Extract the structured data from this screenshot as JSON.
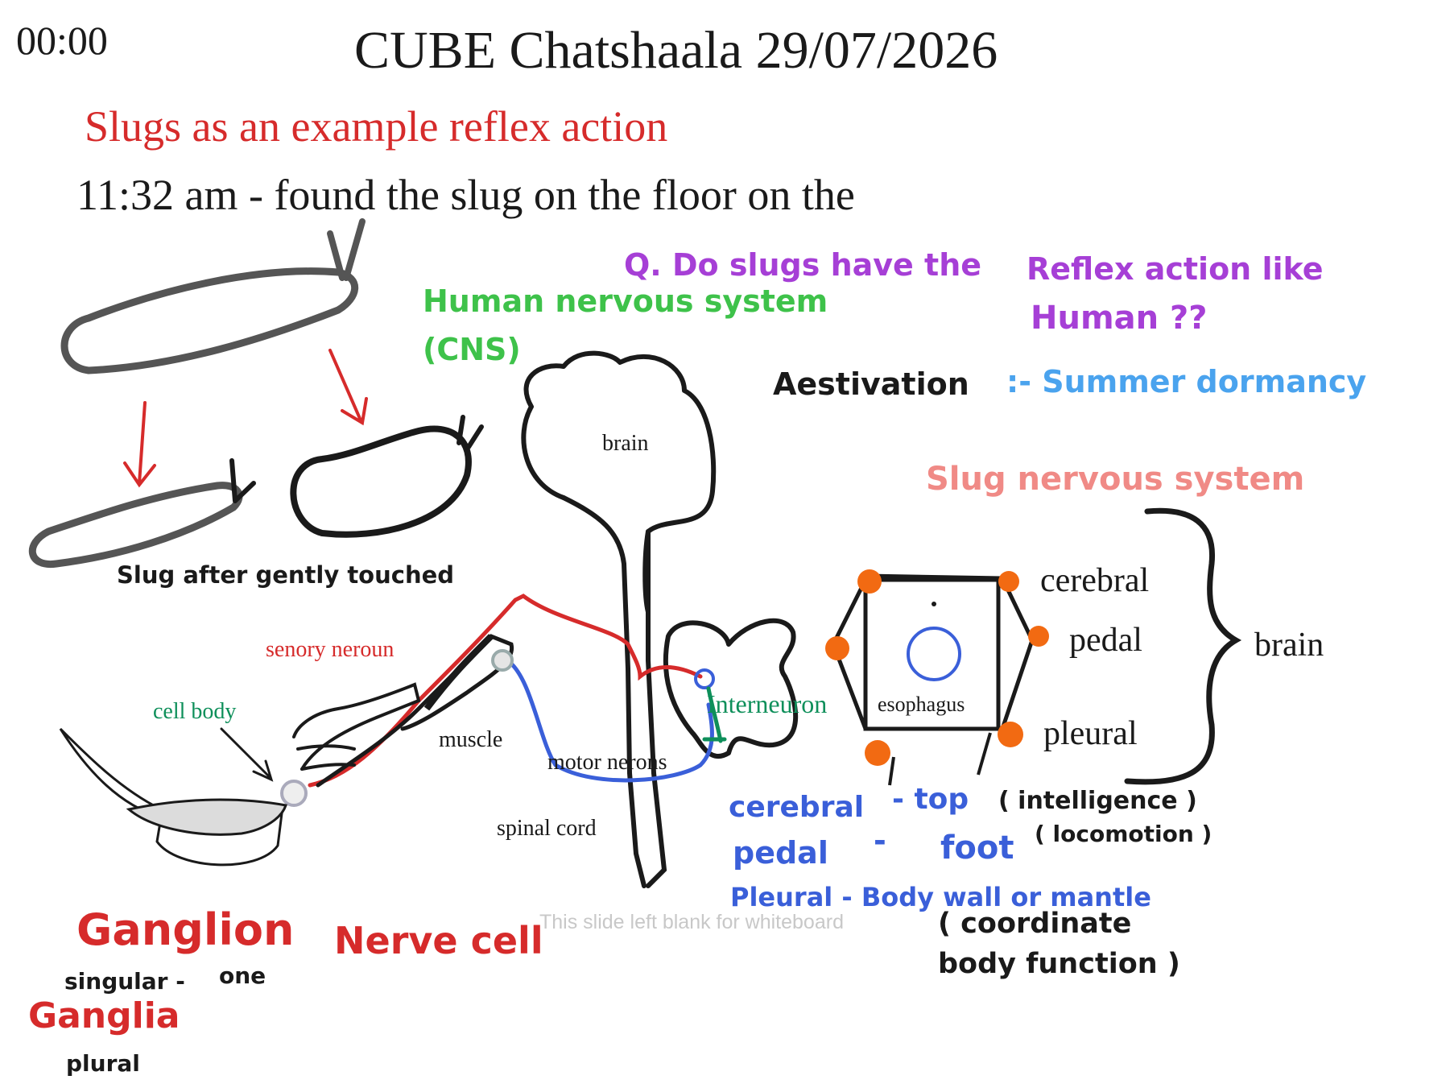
{
  "header": {
    "timer": "00:00",
    "title": "CUBE Chatshaala 29/07/2026"
  },
  "notes": {
    "topic": "Slugs as an example  reflex  action",
    "observation": "11:32 am - found the slug on the floor on the",
    "question_line1": "Q. Do slugs have the",
    "question_line2a": "Reflex action like",
    "question_line2b": "Human ??",
    "human_ns_line1": "Human nervous system",
    "human_ns_line2": "(CNS)",
    "aestivation_term": "Aestivation",
    "aestivation_def": ":- Summer dormancy",
    "slug_touched": "Slug after gently touched",
    "watermark": "This slide left blank for whiteboard"
  },
  "reflex_diagram": {
    "brain": "brain",
    "sensory_neuron": "senory neroun",
    "cell_body": "cell body",
    "muscle": "muscle",
    "motor_neurons": "motor nerons",
    "interneuron": "Interneuron",
    "spinal_cord": "spinal cord"
  },
  "slug_ns": {
    "title": "Slug nervous system",
    "cerebral": "cerebral",
    "pedal": "pedal",
    "pleural": "pleural",
    "brain": "brain",
    "esophagus": "esophagus",
    "def_cerebral": "cerebral",
    "def_cerebral_dash": "- top",
    "def_cerebral_note": "( intelligence )",
    "def_pedal": "pedal",
    "def_pedal_dash": "-",
    "def_pedal_word": "foot",
    "def_pedal_note": "( locomotion )",
    "def_pleural": "Pleural - Body wall or mantle",
    "def_pleural_note1": "( coordinate",
    "def_pleural_note2": "body function )"
  },
  "terms": {
    "ganglion": "Ganglion",
    "nerve_cell": "Nerve cell",
    "singular": "singular -",
    "one": "one",
    "ganglia": "Ganglia",
    "plural": "plural"
  },
  "colors": {
    "ink": "#1a1a1a",
    "red": "#d62b2b",
    "purple": "#a63fd6",
    "green": "#3ec24a",
    "light_blue": "#4aa3ee",
    "salmon": "#f08a86",
    "blue": "#3a5fd9",
    "teal": "#0e8f5a",
    "orange": "#f26a12",
    "grey": "#555555"
  }
}
